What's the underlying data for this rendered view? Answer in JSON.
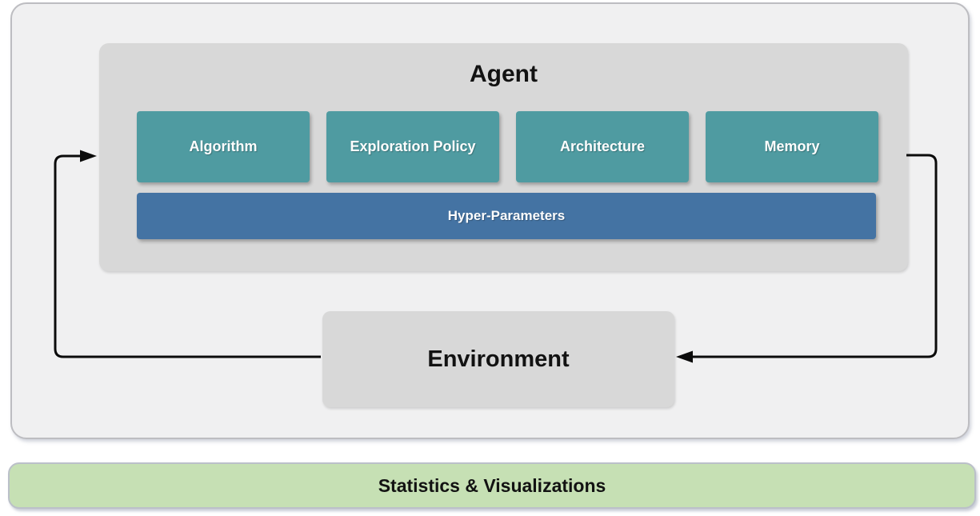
{
  "colors": {
    "teal": "#4F9BA1",
    "blue": "#4473A3",
    "box-gray": "#D8D8D8",
    "panel-bg": "#F0F0F1",
    "panel-border": "#BDBDC1",
    "green": "#C6E0B4",
    "green-border": "#BBC0C9",
    "arrow": "#0B0B0B"
  },
  "agent": {
    "title": "Agent",
    "modules": [
      {
        "label": "Algorithm"
      },
      {
        "label": "Exploration Policy"
      },
      {
        "label": "Architecture"
      },
      {
        "label": "Memory"
      }
    ],
    "hyper_label": "Hyper-Parameters"
  },
  "environment": {
    "label": "Environment"
  },
  "footer": {
    "label": "Statistics & Visualizations"
  },
  "connectors": [
    {
      "name": "environment-to-agent-arrow"
    },
    {
      "name": "agent-to-environment-arrow"
    }
  ]
}
